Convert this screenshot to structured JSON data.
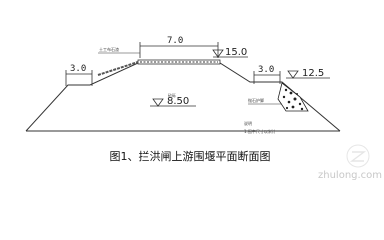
{
  "dimensions": {
    "crest_width": "7.0",
    "left_berm": "3.0",
    "right_berm": "3.0"
  },
  "elevations": {
    "crest": "15.0",
    "right_berm": "12.5",
    "base": "8.50"
  },
  "notes": {
    "top_left_label": "土工布石渣",
    "body_label": "砂砾",
    "riprap_label": "抛石护脚",
    "note_title": "说明",
    "note_line": "1.图中尺寸以米计"
  },
  "caption": "图1、拦洪闸上游围堰平面断面图",
  "watermark": "zhulong.com"
}
